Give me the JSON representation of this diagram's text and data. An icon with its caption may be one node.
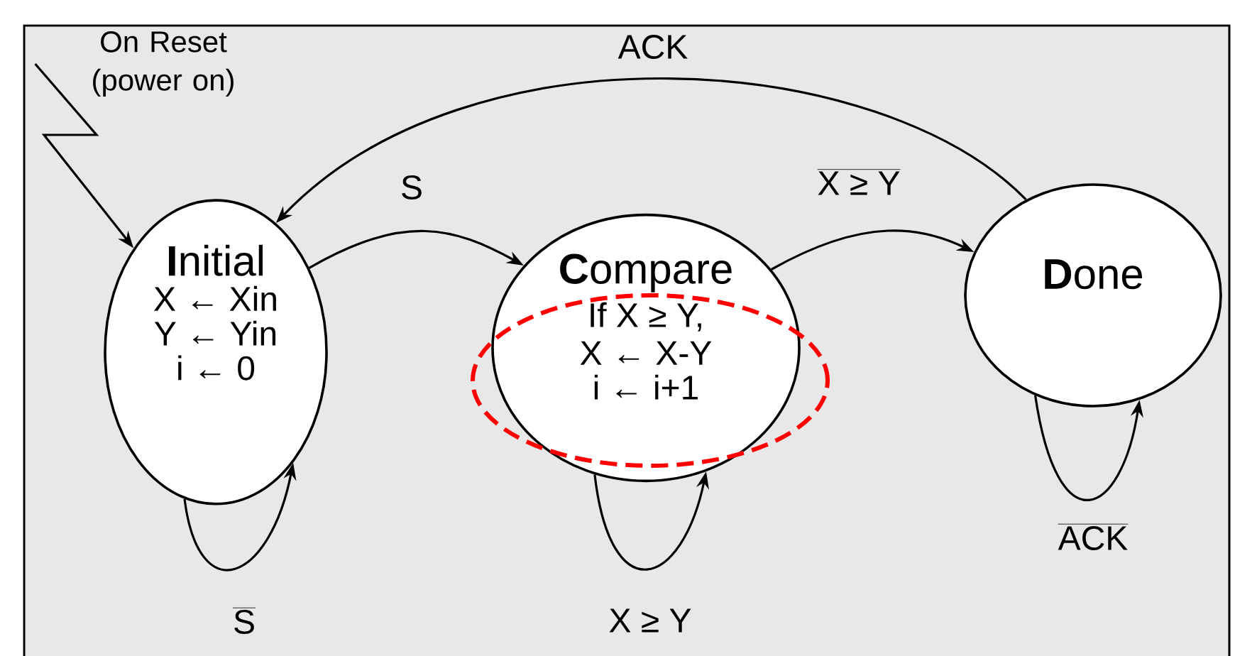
{
  "diagram": {
    "nodes": [
      {
        "text": [
          "**I**nitial",
          "X ← Xin",
          "Y ← Yin",
          "i ← 0"
        ]
      },
      {
        "text": [
          "**C**ompare",
          "If X ≥ Y,",
          "X ← X-Y",
          "i ← i+1"
        ]
      },
      {
        "text": [
          "**D**one"
        ]
      },
      {
        "text": [
          "On Reset (power on)"
        ]
      }
    ],
    "edges": [
      {
        "from": 0,
        "to": 1,
        "arrow": "to",
        "label": "\\mbox{S}"
      },
      {
        "from": 1,
        "to": 2,
        "arrow": "to",
        "label": "\\overline{\\mbox{X ≥ Y}}"
      },
      {
        "from": 2,
        "to": 0,
        "arrow": "to",
        "label": "\\mbox{ACK}"
      },
      {
        "from": 0,
        "to": 0,
        "arrow": "to",
        "label": "\\overline{\\mbox{S}}"
      },
      {
        "from": 1,
        "to": 1,
        "arrow": "to",
        "label": "\\mbox{X ≥ Y}"
      },
      {
        "from": 2,
        "to": 2,
        "arrow": "to",
        "label": "\\overline{\\mbox{ACK}}"
      },
      {
        "from": 3,
        "to": 0,
        "arrow": "to"
      }
    ]
  }
}
